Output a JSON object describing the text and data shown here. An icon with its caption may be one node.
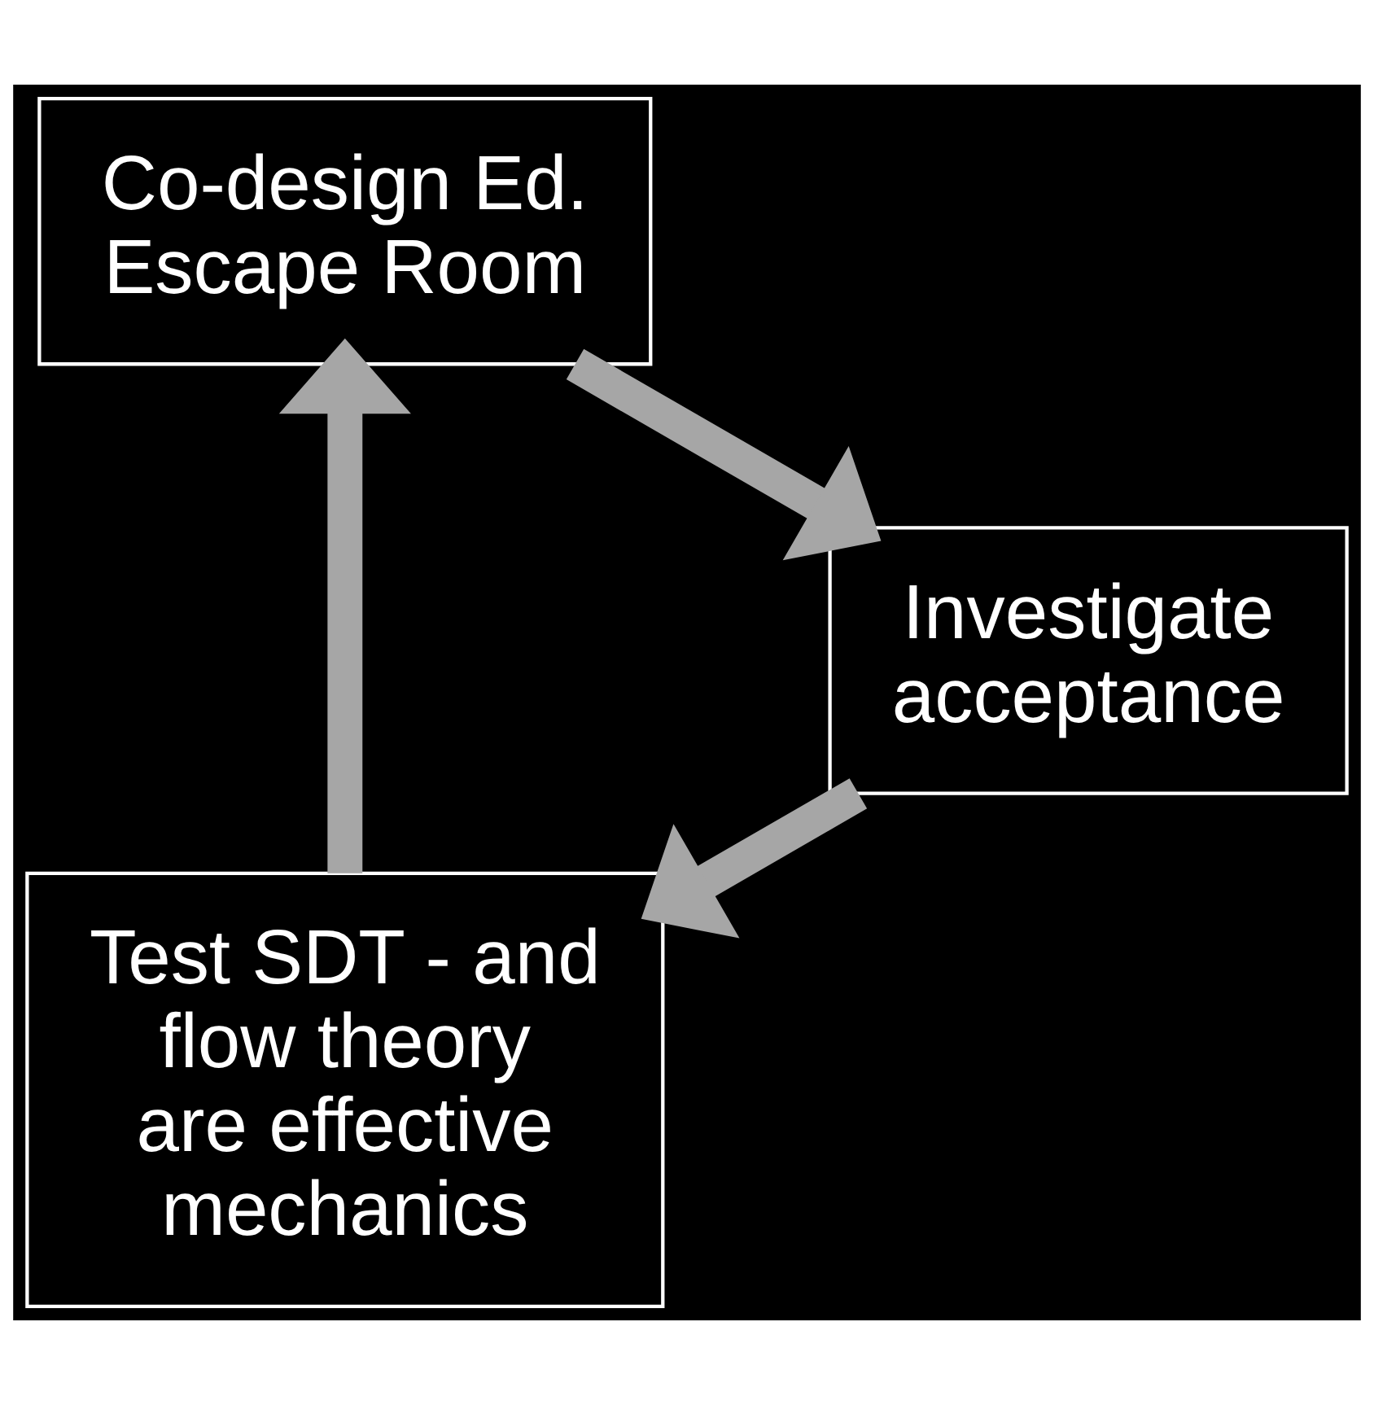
{
  "diagram": {
    "nodes": [
      {
        "text": [
          "Test SDT - and flow theory are effective mechanics"
        ]
      },
      {
        "text": [
          "Co-design Ed. Escape Room"
        ]
      },
      {
        "text": [
          "Investigate acceptance"
        ]
      }
    ],
    "edges": [
      {
        "from": 1,
        "to": 2,
        "arrow": "to"
      },
      {
        "from": 2,
        "to": 0,
        "arrow": "to"
      },
      {
        "from": 0,
        "to": 1,
        "arrow": "to"
      }
    ]
  }
}
